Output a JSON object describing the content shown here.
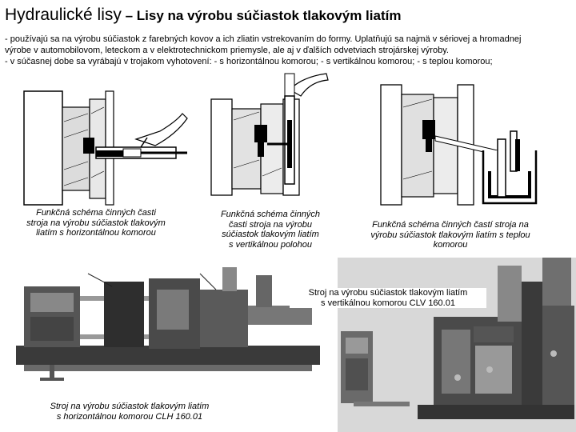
{
  "title": {
    "main": "Hydraulické lisy",
    "subtitle": " – Lisy na výrobu súčiastok tlakovým liatím"
  },
  "bullets": [
    "- používajú sa na výrobu súčiastok z farebných kovov a ich zliatin vstrekovaním do formy. Uplatňujú sa najmä v sériovej a hromadnej",
    "výrobe v automobilovom, leteckom a v elektrotechnickom priemysle, ale aj v ďalších odvetviach strojárskej výroby.",
    "- v súčasnej dobe sa vyrábajú v trojakom vyhotovení: - s horizontálnou komorou; - s vertikálnou komorou; - s teplou komorou;"
  ],
  "captions": {
    "horizontal_schema": [
      "Funkčná schéma činných časti",
      "stroja na výrobu súčiastok tlakovým",
      "liatím s horizontálnou komorou"
    ],
    "vertical_schema": [
      "Funkčná schéma činných",
      "časti stroja na výrobu",
      "súčiastok tlakovým liatím",
      "s vertikálnou polohou"
    ],
    "hot_schema": [
      "Funkčná schéma činných častí stroja na",
      "výrobu súčiastok tlakovým liatím s teplou",
      "komorou"
    ],
    "machine_horizontal": [
      "Stroj na výrobu súčiastok tlakovým liatím",
      "s horizontálnou komorou CLH 160.01"
    ],
    "machine_vertical": [
      "Stroj na výrobu súčiastok tlakovým liatím",
      "s vertikálnou komorou CLV 160.01"
    ]
  },
  "figures": {
    "schema_horizontal": "horizontal-chamber-schematic",
    "schema_vertical": "vertical-chamber-schematic",
    "schema_hot": "hot-chamber-schematic",
    "photo_horizontal": "horizontal-machine-photo",
    "photo_vertical": "vertical-machine-photo"
  }
}
